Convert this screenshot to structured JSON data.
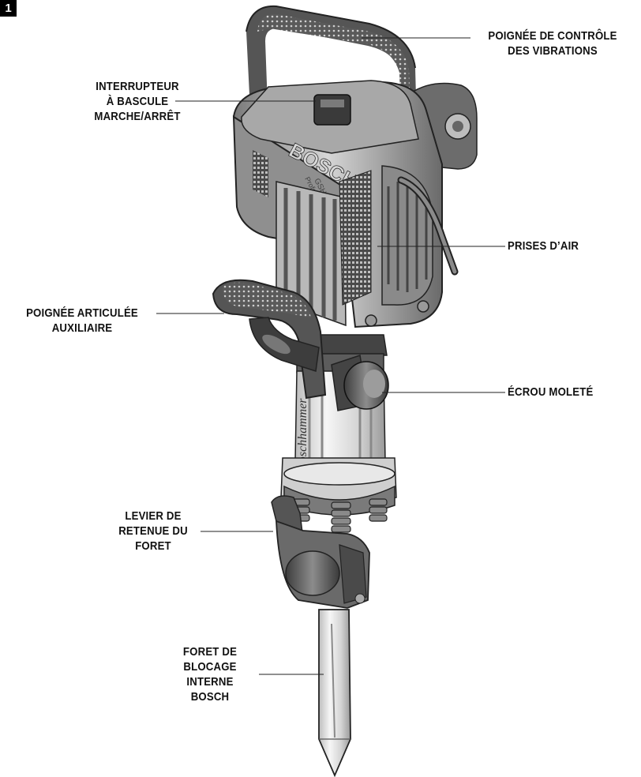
{
  "figure_number": "1",
  "labels": {
    "vibration_handle": [
      "POIGNÉE DE CONTRÔLE",
      "DES VIBRATIONS"
    ],
    "rocker_switch": [
      "INTERRUPTEUR",
      "À BASCULE",
      "MARCHE/ARRÊT"
    ],
    "air_vents": [
      "PRISES D’AIR"
    ],
    "aux_handle": [
      "POIGNÉE ARTICULÉE",
      "AUXILIAIRE"
    ],
    "knurled_nut": [
      "ÉCROU MOLETÉ"
    ],
    "bit_lever": [
      "LEVIER DE",
      "RETENUE DU",
      "FORET"
    ],
    "bit": [
      "FORET DE",
      "BLOCAGE",
      "INTERNE",
      "BOSCH"
    ]
  },
  "brand_text": "BOSCH",
  "body_text": "Boschhammer",
  "model_text": [
    "GSH 27",
    "Professional"
  ]
}
